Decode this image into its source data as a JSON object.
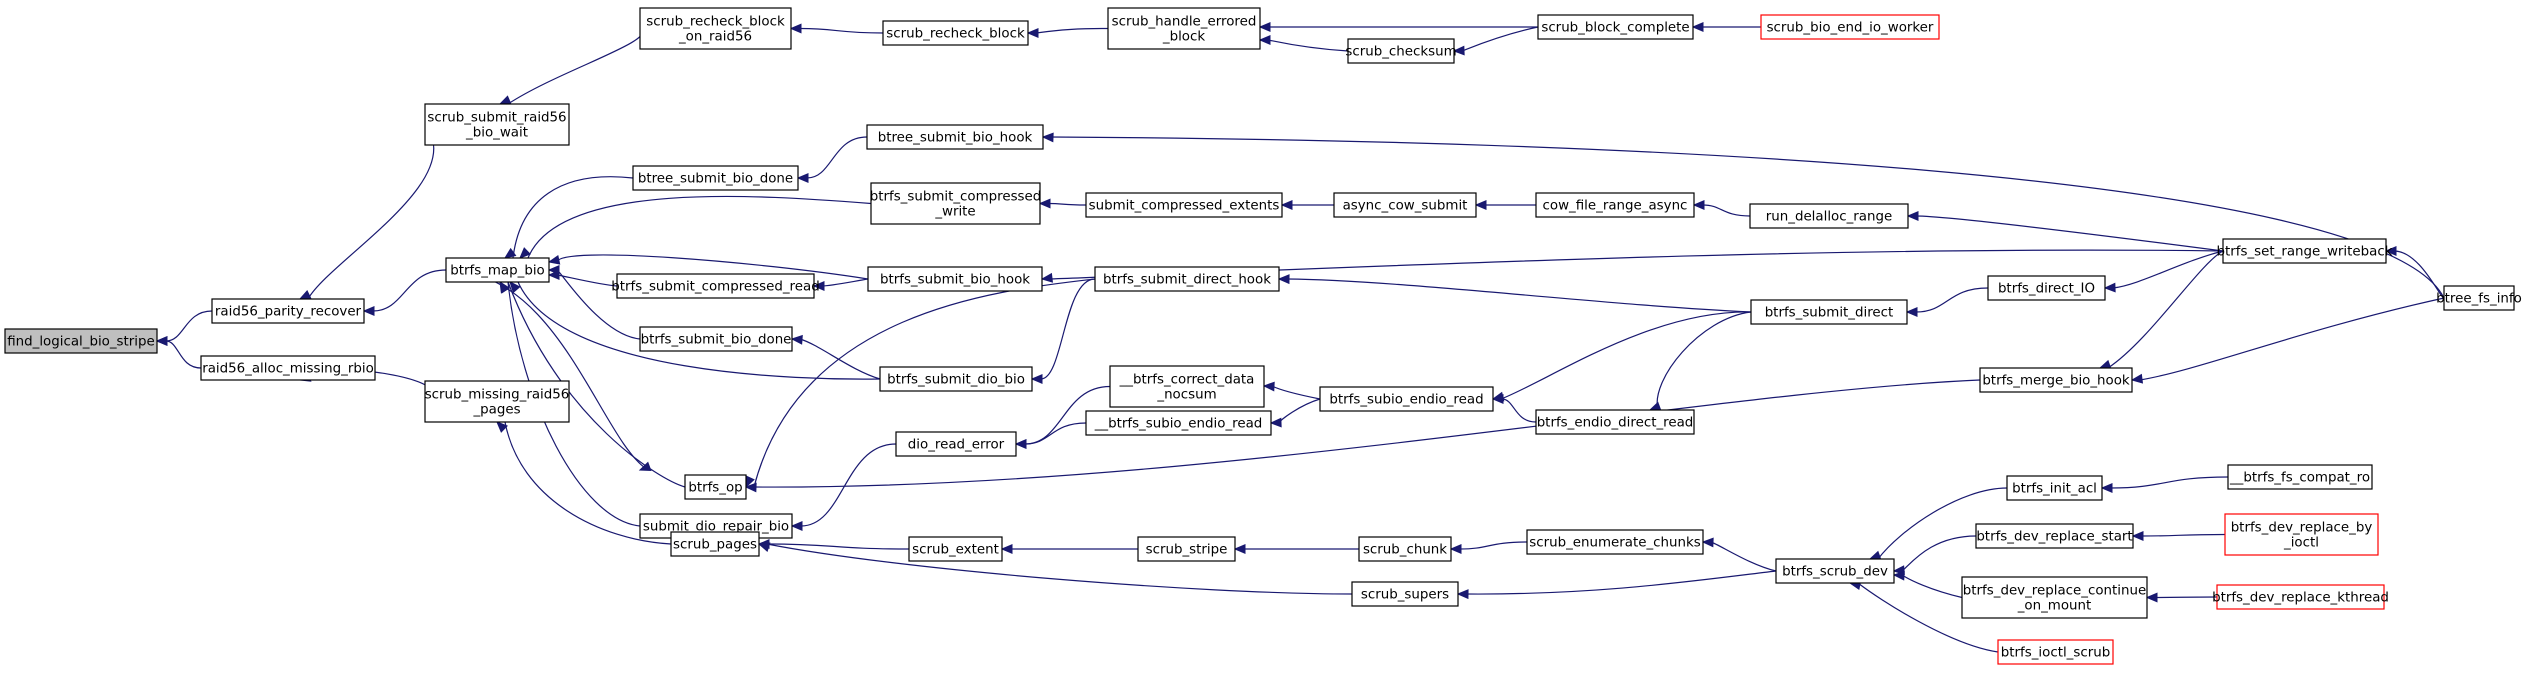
{
  "colors": {
    "edge": "#191970",
    "node_border": "#000000",
    "node_fill": "#ffffff",
    "root_fill": "#bfbfbf",
    "truncated_border": "#ff0000"
  },
  "nodes": [
    {
      "id": "n0",
      "lines": [
        "find_logical_bio_stripe"
      ],
      "style": "root"
    },
    {
      "id": "n1",
      "lines": [
        "raid56_parity_recover"
      ],
      "style": "normal"
    },
    {
      "id": "n2",
      "lines": [
        "raid56_alloc_missing_rbio"
      ],
      "style": "normal"
    },
    {
      "id": "n3",
      "lines": [
        "scrub_submit_raid56",
        "_bio_wait"
      ],
      "style": "normal"
    },
    {
      "id": "n4",
      "lines": [
        "btrfs_map_bio"
      ],
      "style": "normal"
    },
    {
      "id": "n5",
      "lines": [
        "scrub_missing_raid56",
        "_pages"
      ],
      "style": "normal"
    },
    {
      "id": "n6",
      "lines": [
        "scrub_recheck_block",
        "_on_raid56"
      ],
      "style": "normal"
    },
    {
      "id": "n7",
      "lines": [
        "btree_submit_bio_done"
      ],
      "style": "normal"
    },
    {
      "id": "n8",
      "lines": [
        "btrfs_submit_compressed_read"
      ],
      "style": "normal"
    },
    {
      "id": "n9",
      "lines": [
        "btrfs_submit_bio_done"
      ],
      "style": "normal"
    },
    {
      "id": "n10",
      "lines": [
        "submit_dio_repair_bio"
      ],
      "style": "normal"
    },
    {
      "id": "n11",
      "lines": [
        "btrfs_op"
      ],
      "style": "normal"
    },
    {
      "id": "n12",
      "lines": [
        "scrub_pages"
      ],
      "style": "normal"
    },
    {
      "id": "n13",
      "lines": [
        "scrub_recheck_block"
      ],
      "style": "normal"
    },
    {
      "id": "n14",
      "lines": [
        "btree_submit_bio_hook"
      ],
      "style": "normal"
    },
    {
      "id": "n15",
      "lines": [
        "btrfs_submit_compressed",
        "_write"
      ],
      "style": "normal"
    },
    {
      "id": "n16",
      "lines": [
        "btrfs_submit_bio_hook"
      ],
      "style": "normal"
    },
    {
      "id": "n17",
      "lines": [
        "btrfs_submit_dio_bio"
      ],
      "style": "normal"
    },
    {
      "id": "n18",
      "lines": [
        "dio_read_error"
      ],
      "style": "normal"
    },
    {
      "id": "n19",
      "lines": [
        "scrub_extent"
      ],
      "style": "normal"
    },
    {
      "id": "n20",
      "lines": [
        "scrub_supers"
      ],
      "style": "normal"
    },
    {
      "id": "n21",
      "lines": [
        "scrub_handle_errored",
        "_block"
      ],
      "style": "normal"
    },
    {
      "id": "n22",
      "lines": [
        "submit_compressed_extents"
      ],
      "style": "normal"
    },
    {
      "id": "n23",
      "lines": [
        "btrfs_submit_direct_hook"
      ],
      "style": "normal"
    },
    {
      "id": "n24",
      "lines": [
        "__btrfs_correct_data",
        "_nocsum"
      ],
      "style": "normal"
    },
    {
      "id": "n25",
      "lines": [
        "__btrfs_subio_endio_read"
      ],
      "style": "normal"
    },
    {
      "id": "n26",
      "lines": [
        "scrub_stripe"
      ],
      "style": "normal"
    },
    {
      "id": "n27",
      "lines": [
        "scrub_checksum"
      ],
      "style": "normal"
    },
    {
      "id": "n28",
      "lines": [
        "async_cow_submit"
      ],
      "style": "normal"
    },
    {
      "id": "n29",
      "lines": [
        "btrfs_subio_endio_read"
      ],
      "style": "normal"
    },
    {
      "id": "n30",
      "lines": [
        "scrub_chunk"
      ],
      "style": "normal"
    },
    {
      "id": "n31",
      "lines": [
        "scrub_block_complete"
      ],
      "style": "normal"
    },
    {
      "id": "n32",
      "lines": [
        "cow_file_range_async"
      ],
      "style": "normal"
    },
    {
      "id": "n33",
      "lines": [
        "btrfs_endio_direct_read"
      ],
      "style": "normal"
    },
    {
      "id": "n34",
      "lines": [
        "scrub_enumerate_chunks"
      ],
      "style": "normal"
    },
    {
      "id": "n35",
      "lines": [
        "scrub_bio_end_io_worker"
      ],
      "style": "truncated"
    },
    {
      "id": "n36",
      "lines": [
        "run_delalloc_range"
      ],
      "style": "normal"
    },
    {
      "id": "n37",
      "lines": [
        "btrfs_submit_direct"
      ],
      "style": "normal"
    },
    {
      "id": "n38",
      "lines": [
        "btrfs_scrub_dev"
      ],
      "style": "normal"
    },
    {
      "id": "n39",
      "lines": [
        "btrfs_direct_IO"
      ],
      "style": "normal"
    },
    {
      "id": "n40",
      "lines": [
        "btrfs_merge_bio_hook"
      ],
      "style": "normal"
    },
    {
      "id": "n41",
      "lines": [
        "btrfs_init_acl"
      ],
      "style": "normal"
    },
    {
      "id": "n42",
      "lines": [
        "btrfs_dev_replace_start"
      ],
      "style": "normal"
    },
    {
      "id": "n43",
      "lines": [
        "btrfs_dev_replace_continue",
        "_on_mount"
      ],
      "style": "normal"
    },
    {
      "id": "n44",
      "lines": [
        "btrfs_ioctl_scrub"
      ],
      "style": "truncated"
    },
    {
      "id": "n45",
      "lines": [
        "btrfs_set_range_writeback"
      ],
      "style": "normal"
    },
    {
      "id": "n46",
      "lines": [
        "__btrfs_fs_compat_ro"
      ],
      "style": "normal"
    },
    {
      "id": "n47",
      "lines": [
        "btrfs_dev_replace_by",
        "_ioctl"
      ],
      "style": "truncated"
    },
    {
      "id": "n48",
      "lines": [
        "btrfs_dev_replace_kthread"
      ],
      "style": "truncated"
    },
    {
      "id": "n49",
      "lines": [
        "btree_fs_info"
      ],
      "style": "normal"
    }
  ],
  "edges": [
    [
      "n1",
      "n0"
    ],
    [
      "n2",
      "n0"
    ],
    [
      "n3",
      "n1"
    ],
    [
      "n4",
      "n1"
    ],
    [
      "n5",
      "n2"
    ],
    [
      "n6",
      "n3"
    ],
    [
      "n7",
      "n4"
    ],
    [
      "n8",
      "n4"
    ],
    [
      "n9",
      "n4"
    ],
    [
      "n10",
      "n4"
    ],
    [
      "n11",
      "n4"
    ],
    [
      "n12",
      "n5"
    ],
    [
      "n13",
      "n6"
    ],
    [
      "n14",
      "n7"
    ],
    [
      "n15",
      "n4"
    ],
    [
      "n16",
      "n4"
    ],
    [
      "n16",
      "n8"
    ],
    [
      "n17",
      "n4"
    ],
    [
      "n17",
      "n9"
    ],
    [
      "n18",
      "n10"
    ],
    [
      "n4",
      "n11"
    ],
    [
      "n19",
      "n12"
    ],
    [
      "n20",
      "n12"
    ],
    [
      "n21",
      "n13"
    ],
    [
      "n22",
      "n15"
    ],
    [
      "n23",
      "n17"
    ],
    [
      "n23",
      "n11"
    ],
    [
      "n24",
      "n18"
    ],
    [
      "n25",
      "n18"
    ],
    [
      "n26",
      "n19"
    ],
    [
      "n31",
      "n21"
    ],
    [
      "n27",
      "n21"
    ],
    [
      "n28",
      "n22"
    ],
    [
      "n29",
      "n24"
    ],
    [
      "n29",
      "n25"
    ],
    [
      "n30",
      "n26"
    ],
    [
      "n31",
      "n27"
    ],
    [
      "n32",
      "n28"
    ],
    [
      "n33",
      "n29"
    ],
    [
      "n34",
      "n30"
    ],
    [
      "n35",
      "n31"
    ],
    [
      "n36",
      "n32"
    ],
    [
      "n37",
      "n23"
    ],
    [
      "n37",
      "n29"
    ],
    [
      "n37",
      "n33"
    ],
    [
      "n38",
      "n34"
    ],
    [
      "n38",
      "n20"
    ],
    [
      "n39",
      "n37"
    ],
    [
      "n40",
      "n11"
    ],
    [
      "n41",
      "n38"
    ],
    [
      "n42",
      "n38"
    ],
    [
      "n43",
      "n38"
    ],
    [
      "n44",
      "n38"
    ],
    [
      "n45",
      "n36"
    ],
    [
      "n45",
      "n16"
    ],
    [
      "n45",
      "n39"
    ],
    [
      "n45",
      "n40"
    ],
    [
      "n46",
      "n41"
    ],
    [
      "n47",
      "n42"
    ],
    [
      "n48",
      "n43"
    ],
    [
      "n49",
      "n14"
    ],
    [
      "n49",
      "n45"
    ],
    [
      "n49",
      "n40"
    ]
  ]
}
